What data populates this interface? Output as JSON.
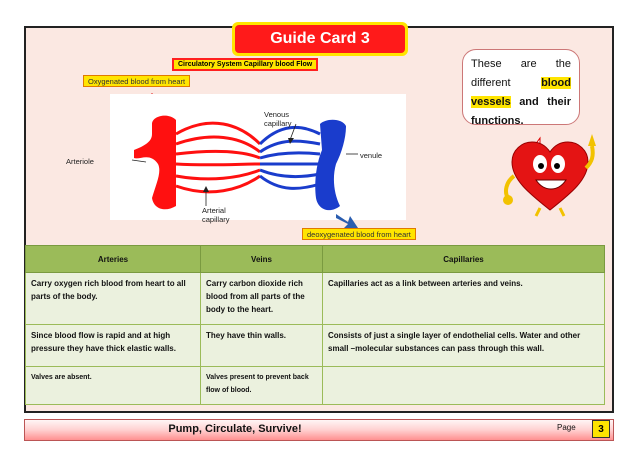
{
  "title": "Guide Card 3",
  "diagram": {
    "caption": "Circulatory System Capillary blood Flow",
    "oxygenated_label": "Oxygenated blood from heart",
    "deoxygenated_label": "deoxygenated blood from heart",
    "labels": {
      "arteriole": "Arteriole",
      "venous_capillary": "Venous capillary",
      "venule": "venule",
      "arterial_capillary": "Arterial capillary"
    }
  },
  "bubble": {
    "line1": "These are the different",
    "blood": "blood",
    "vessels": "vessels",
    "rest": "and their functions."
  },
  "table": {
    "headers": [
      "Arteries",
      "Veins",
      "Capillaries"
    ],
    "rows": [
      [
        "Carry oxygen rich blood from heart to all parts of the body.",
        "Carry carbon dioxide rich blood from all parts of the body to the heart.",
        "Capillaries act as a link between arteries and veins."
      ],
      [
        "Since blood flow is rapid and at high pressure they have thick elastic walls.",
        "They have thin walls.",
        "Consists of just a single layer of endothelial cells. Water and other small –molecular substances can pass through this wall."
      ],
      [
        "Valves are absent.",
        "Valves present to prevent back flow of blood.",
        ""
      ]
    ]
  },
  "footer": {
    "text": "Pump, Circulate, Survive!",
    "page_label": "Page",
    "page_number": "3"
  },
  "colors": {
    "artery": "#ff1010",
    "vein": "#1a3ccc",
    "title_bg": "#ff1a1a",
    "title_border": "#ffe500",
    "table_header": "#9bbb59",
    "table_cell": "#ebf1de"
  }
}
